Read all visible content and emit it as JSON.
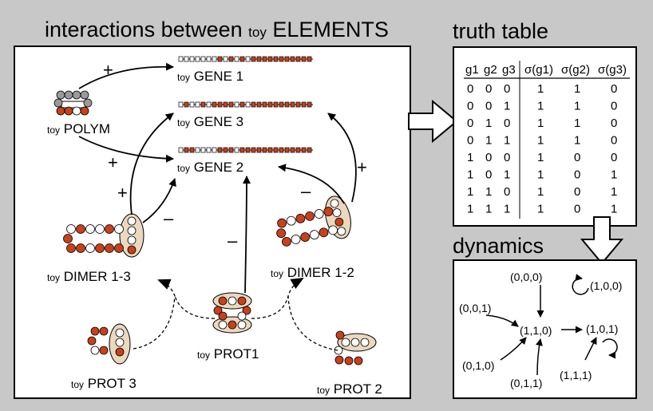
{
  "interactions": {
    "title_prefix": "interactions between",
    "toy": "toy",
    "title_suffix": "ELEMENTS",
    "labels": {
      "gene1": "GENE 1",
      "gene2": "GENE 2",
      "gene3": "GENE 3",
      "polym": "POLYM",
      "dimer13": "DIMER 1-3",
      "dimer12": "DIMER 1-2",
      "prot1": "PROT1",
      "prot2": "PROT 2",
      "prot3": "PROT 3"
    },
    "signs": {
      "plus": "+",
      "minus": "–"
    }
  },
  "truth_table": {
    "title": "truth table",
    "headers": [
      "g1",
      "g2",
      "g3",
      "σ(g1)",
      "σ(g2)",
      "σ(g3)"
    ],
    "rows": [
      [
        "0",
        "0",
        "0",
        "1",
        "1",
        "0"
      ],
      [
        "0",
        "0",
        "1",
        "1",
        "1",
        "0"
      ],
      [
        "0",
        "1",
        "0",
        "1",
        "1",
        "0"
      ],
      [
        "0",
        "1",
        "1",
        "1",
        "1",
        "0"
      ],
      [
        "1",
        "0",
        "0",
        "1",
        "0",
        "0"
      ],
      [
        "1",
        "0",
        "1",
        "1",
        "0",
        "1"
      ],
      [
        "1",
        "1",
        "0",
        "1",
        "0",
        "1"
      ],
      [
        "1",
        "1",
        "1",
        "1",
        "0",
        "1"
      ]
    ]
  },
  "dynamics": {
    "title": "dynamics",
    "states": {
      "s000": "(0,0,0)",
      "s001": "(0,0,1)",
      "s010": "(0,1,0)",
      "s011": "(0,1,1)",
      "s110": "(1,1,0)",
      "s101": "(1,0,1)",
      "s100": "(1,0,0)",
      "s111": "(1,1,1)"
    }
  },
  "colors": {
    "background": "#c8c8c8",
    "red_bead": "#c8411b",
    "grey_bead": "#9a9a9a",
    "ellipse_fill": "#ead8bf"
  }
}
